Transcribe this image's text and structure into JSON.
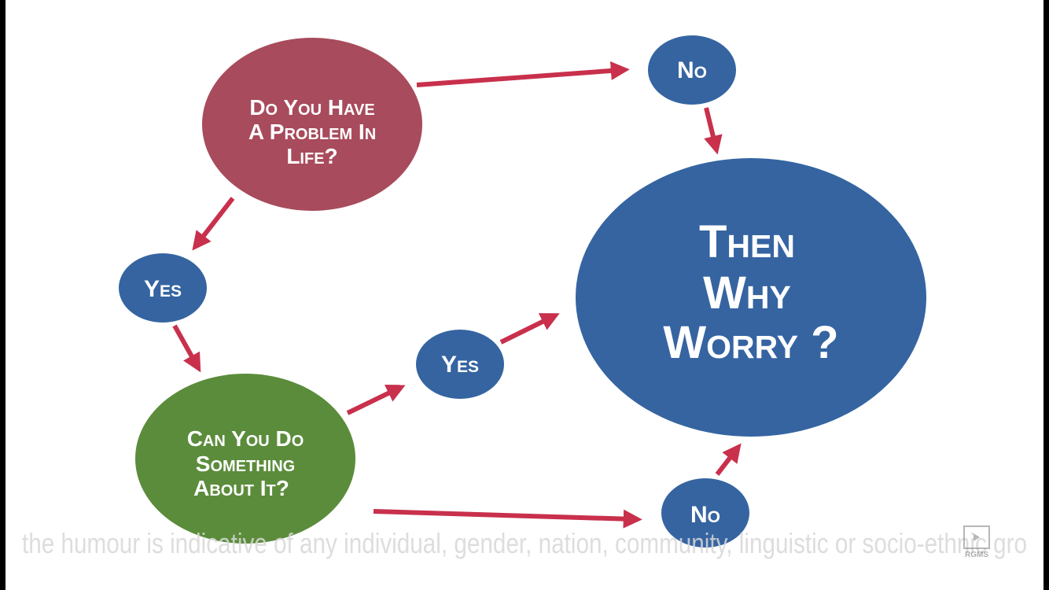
{
  "colors": {
    "question1": "#a84b5c",
    "question2": "#5b8c3b",
    "answer": "#3564a1",
    "arrow": "#c8304c",
    "background": "#ffffff"
  },
  "nodes": {
    "q1": [
      "Do You Have",
      "A Problem In",
      "Life?"
    ],
    "no_top": "No",
    "result": [
      "Then",
      "Why",
      "Worry ?"
    ],
    "yes_left": "Yes",
    "q2": [
      "Can You Do",
      "Something",
      "About It?"
    ],
    "yes_mid": "Yes",
    "no_bottom": "No"
  },
  "caption": "the humour is indicative of any individual, gender, nation, community, linguistic or socio-ethnic gro",
  "watermark": "RGMS"
}
